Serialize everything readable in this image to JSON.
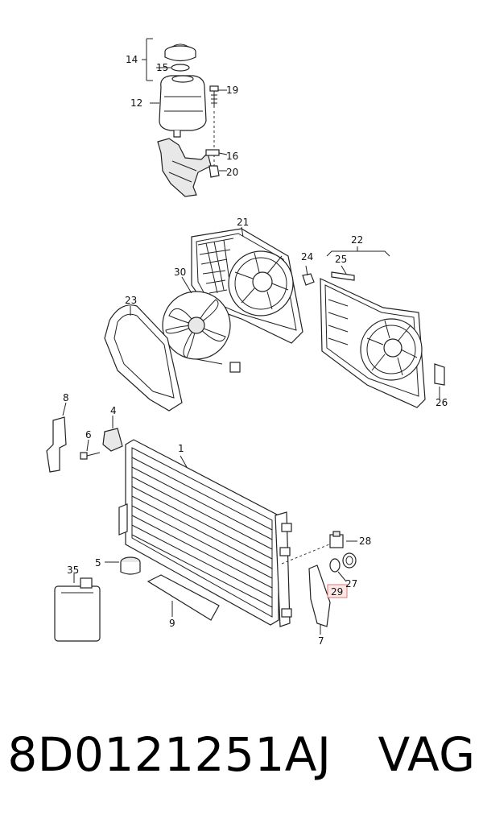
{
  "labels": {
    "l1": "1",
    "l4": "4",
    "l5": "5",
    "l6": "6",
    "l7": "7",
    "l8": "8",
    "l9": "9",
    "l12": "12",
    "l14": "14",
    "l15": "15",
    "l16": "16",
    "l19": "19",
    "l20": "20",
    "l21": "21",
    "l22": "22",
    "l23": "23",
    "l24": "24",
    "l25": "25",
    "l26": "26",
    "l27": "27",
    "l28": "28",
    "l29": "29",
    "l30": "30",
    "l35": "35"
  },
  "highlighted_part": "29",
  "highlight_color": "#e57373",
  "footer": {
    "part_number": "8D0121251AJ",
    "brand": "VAG"
  }
}
